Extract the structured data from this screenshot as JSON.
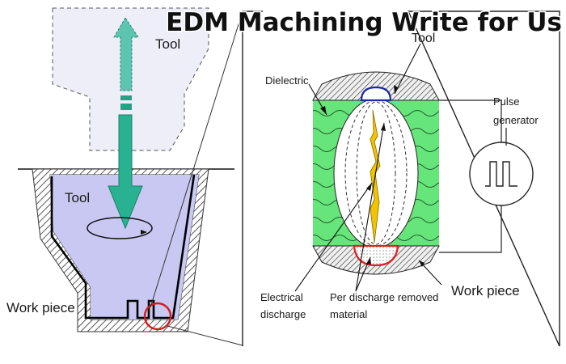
{
  "banner": {
    "title": "EDM Machining Write for Us"
  },
  "left_view": {
    "tool_upper_label": "Tool",
    "tool_lower_label": "Tool",
    "workpiece_label": "Work piece"
  },
  "detail_view": {
    "tool_label": "Tool",
    "dielectric_label": "Dielectric",
    "pulse_label_line1": "Pulse",
    "pulse_label_line2": "generator",
    "workpiece_label": "Work piece",
    "electrical_line1": "Electrical",
    "electrical_line2": "discharge",
    "removed_line1": "Per discharge removed",
    "removed_line2": "material"
  },
  "colors": {
    "tool_fill": "#e6e6f4",
    "dielectric_bath": "#c4c4f0",
    "arrow_teal": "#28b292",
    "dielectric_green": "#66e57a",
    "wave_stroke": "#235c2d",
    "spark": "#f2c300",
    "tool_tip": "#1a2a9e",
    "crater": "#e02020"
  },
  "icons": {
    "pulse_generator": "square-wave-icon",
    "magnifier": "red-circle-highlight"
  }
}
